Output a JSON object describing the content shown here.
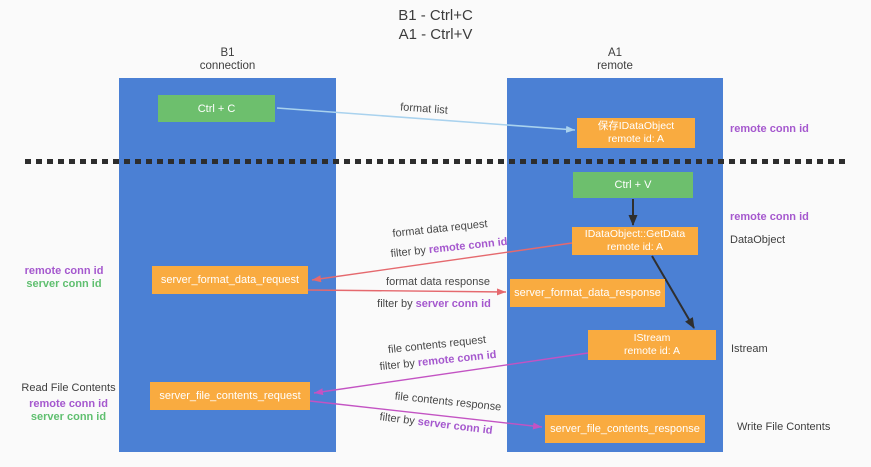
{
  "title": {
    "line1": "B1 - Ctrl+C",
    "line2": "A1 - Ctrl+V"
  },
  "lanes": {
    "left": {
      "title": "B1",
      "subtitle": "connection"
    },
    "right": {
      "title": "A1",
      "subtitle": "remote"
    }
  },
  "boxes": {
    "ctrl_c": {
      "label": "Ctrl + C"
    },
    "saved_idataobject": {
      "line1": "保存IDataObject",
      "line2": "remote id: A"
    },
    "ctrl_v": {
      "label": "Ctrl + V"
    },
    "getdata": {
      "line1": "IDataObject::GetData",
      "line2": "remote id: A"
    },
    "format_request": {
      "label": "server_format_data_request"
    },
    "format_response": {
      "label": "server_format_data_response"
    },
    "istream": {
      "line1": "IStream",
      "line2": "remote id: A"
    },
    "file_request": {
      "label": "server_file_contents_request"
    },
    "file_response": {
      "label": "server_file_contents_response"
    }
  },
  "flow_labels": {
    "format_list": "format list",
    "format_data_request": "format data request",
    "format_data_response": "format data response",
    "file_contents_request": "file contents request",
    "file_contents_response": "file contents response",
    "filter_by": "filter by ",
    "remote_conn_id": "remote conn id",
    "server_conn_id": "server conn id"
  },
  "side_labels": {
    "remote_conn_id": "remote conn id",
    "server_conn_id": "server conn id",
    "dataobject": "DataObject",
    "istream": "Istream",
    "read_file_contents": "Read File Contents",
    "write_file_contents": "Write File Contents"
  },
  "colors": {
    "lane_blue": "#4b80d4",
    "box_orange": "#f9ab40",
    "box_green": "#6dbf6d",
    "arrow_light_blue": "#a9d2ee",
    "arrow_red": "#e5696e",
    "arrow_magenta": "#c353c3",
    "arrow_black": "#2f2f2f",
    "label_purple": "#a558ce",
    "label_green": "#5fbf6f"
  }
}
